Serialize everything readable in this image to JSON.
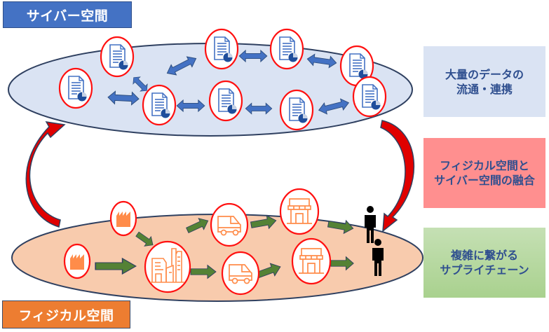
{
  "labels": {
    "cyber_space": "サイバー空間",
    "physical_space": "フィジカル空間"
  },
  "side_boxes": [
    {
      "id": "data",
      "lines": [
        "大量のデータの",
        "流通・連携"
      ],
      "color": "#dae3f3"
    },
    {
      "id": "fusion",
      "lines": [
        "フィジカル空間と",
        "サイバー空間の融合"
      ],
      "color": "#ff8f8f"
    },
    {
      "id": "supply",
      "lines": [
        "複雑に繋がる",
        "サプライチェーン"
      ],
      "color": "#a9d18e"
    }
  ],
  "colors": {
    "cyber_ellipse": "#dae3f3",
    "physical_ellipse": "#f8cbad",
    "node_border": "#ff0000",
    "doc_icon": "#4472c4",
    "facility_icon": "#ff8c4a",
    "data_arrow": "#4472c4",
    "flow_arrow": "#548235",
    "loop_arrow": "#e00000"
  },
  "cyber_nodes": [
    {
      "id": "doc-1",
      "icon": "document-chart-icon"
    },
    {
      "id": "doc-2",
      "icon": "document-chart-icon"
    },
    {
      "id": "doc-3",
      "icon": "document-chart-icon"
    },
    {
      "id": "doc-4",
      "icon": "document-chart-icon"
    },
    {
      "id": "doc-5",
      "icon": "document-chart-icon"
    },
    {
      "id": "doc-6",
      "icon": "document-chart-icon"
    },
    {
      "id": "doc-7",
      "icon": "document-chart-icon"
    },
    {
      "id": "doc-8",
      "icon": "document-chart-icon"
    },
    {
      "id": "doc-9",
      "icon": "document-chart-icon"
    }
  ],
  "physical_nodes": [
    {
      "id": "factory-1",
      "icon": "factory-icon"
    },
    {
      "id": "factory-2",
      "icon": "factory-icon"
    },
    {
      "id": "plant",
      "icon": "industrial-plant-icon"
    },
    {
      "id": "truck-1",
      "icon": "truck-icon"
    },
    {
      "id": "truck-2",
      "icon": "truck-icon"
    },
    {
      "id": "store-1",
      "icon": "store-icon"
    },
    {
      "id": "store-2",
      "icon": "store-icon"
    },
    {
      "id": "person-1",
      "icon": "person-icon"
    },
    {
      "id": "person-2",
      "icon": "person-icon"
    }
  ]
}
